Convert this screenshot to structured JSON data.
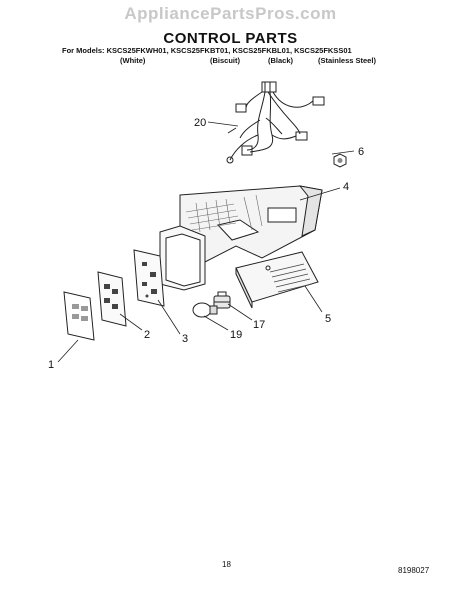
{
  "watermark": "AppliancePartsPros.com",
  "title": "CONTROL PARTS",
  "models_line": "For Models: KSCS25FKWH01, KSCS25FKBT01, KSCS25FKBL01, KSCS25FKSS01",
  "colors": {
    "white": "(White)",
    "biscuit": "(Biscuit)",
    "black": "(Black)",
    "stainless": "(Stainless Steel)"
  },
  "callouts": {
    "c20": "20",
    "c6": "6",
    "c4": "4",
    "c5": "5",
    "c17": "17",
    "c19": "19",
    "c3": "3",
    "c2": "2",
    "c1": "1"
  },
  "footer": {
    "page_number": "18",
    "document_number": "8198027"
  }
}
